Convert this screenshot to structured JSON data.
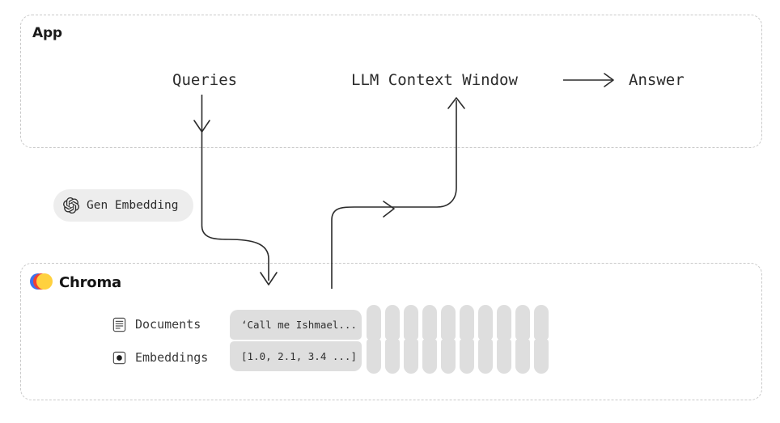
{
  "diagram": {
    "type": "flow",
    "zones": [
      {
        "id": "app",
        "title": "App"
      },
      {
        "id": "chroma",
        "title": "Chroma"
      }
    ],
    "labels": {
      "queries": "Queries",
      "llm_context_window": "LLM Context Window",
      "answer": "Answer"
    },
    "gen_embedding": {
      "label": "Gen Embedding",
      "icon": "openai-logo-icon"
    },
    "chroma_rows": [
      {
        "icon": "document-icon",
        "label": "Documents",
        "value": "‘Call me Ishmael..."
      },
      {
        "icon": "dot-square-icon",
        "label": "Embeddings",
        "value": "[1.0, 2.1, 3.4 ...]"
      }
    ],
    "vector_bars": {
      "count_per_row": 10,
      "rows": 2
    },
    "colors": {
      "chroma_blue": "#3a73f0",
      "chroma_red": "#ef4036",
      "chroma_yellow": "#ffd13f",
      "pill_gray": "#dedede",
      "tag_gray": "#ededed",
      "dashed_border": "#c9c9c9",
      "stroke": "#2b2b2b",
      "text": "#2b2b2b"
    }
  }
}
